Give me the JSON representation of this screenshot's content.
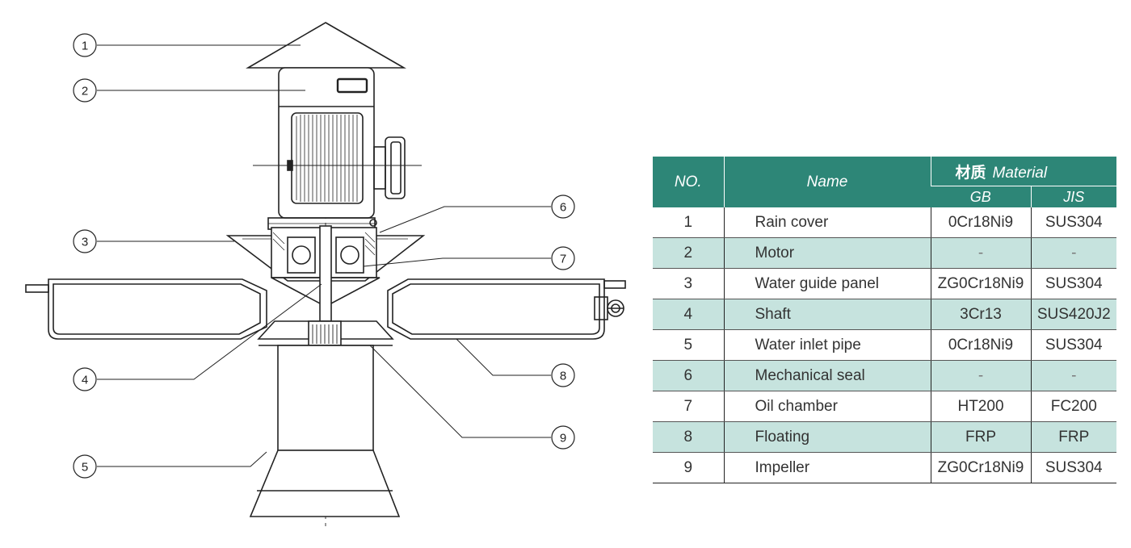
{
  "callouts": [
    "1",
    "2",
    "3",
    "4",
    "5",
    "6",
    "7",
    "8",
    "9"
  ],
  "table": {
    "headers": {
      "no": "NO.",
      "name": "Name",
      "material_zh": "材质",
      "material_en": "Material",
      "gb": "GB",
      "jis": "JIS"
    },
    "rows": [
      {
        "no": "1",
        "name": "Rain cover",
        "gb": "0Cr18Ni9",
        "jis": "SUS304"
      },
      {
        "no": "2",
        "name": "Motor",
        "gb": "-",
        "jis": "-"
      },
      {
        "no": "3",
        "name": "Water guide panel",
        "gb": "ZG0Cr18Ni9",
        "jis": "SUS304"
      },
      {
        "no": "4",
        "name": "Shaft",
        "gb": "3Cr13",
        "jis": "SUS420J2"
      },
      {
        "no": "5",
        "name": "Water inlet pipe",
        "gb": "0Cr18Ni9",
        "jis": "SUS304"
      },
      {
        "no": "6",
        "name": "Mechanical seal",
        "gb": "-",
        "jis": "-"
      },
      {
        "no": "7",
        "name": "Oil chamber",
        "gb": "HT200",
        "jis": "FC200"
      },
      {
        "no": "8",
        "name": "Floating",
        "gb": "FRP",
        "jis": "FRP"
      },
      {
        "no": "9",
        "name": "Impeller",
        "gb": "ZG0Cr18Ni9",
        "jis": "SUS304"
      }
    ]
  },
  "colors": {
    "header_bg": "#2d8677",
    "shaded_row": "#c6e3de",
    "line": "#222222"
  }
}
